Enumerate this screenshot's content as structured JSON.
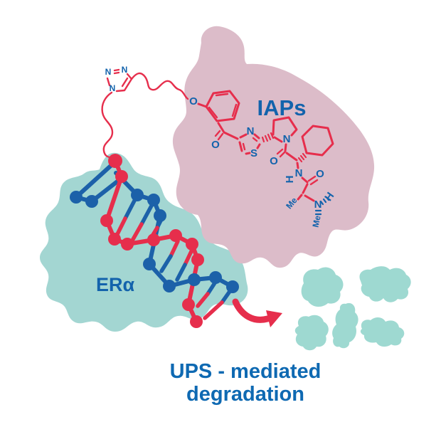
{
  "palette": {
    "background": "#ffffff",
    "red": "#e62e4c",
    "pink": "#dcbcc9",
    "teal": "#a3d6d2",
    "teal_fragment": "#9ed9d1",
    "blue": "#1363ac",
    "dna_blue": "#1c61a9",
    "caption_blue": "#0e69b2"
  },
  "labels": {
    "iaps": "IAPs",
    "era": "ERα",
    "caption_line1": "UPS - mediated",
    "caption_line2": "degradation"
  },
  "molecule": {
    "triazole_n1": "N",
    "triazole_n2": "N",
    "triazole_n3": "N",
    "ether_o": "O",
    "ketone_o": "O",
    "thiazole_n": "N",
    "thiazole_s": "S",
    "pyrrolidine_n": "N",
    "amide1_o": "O",
    "amide1_n": "N",
    "amide1_h": "H",
    "amide2_o": "O",
    "alpha_me": "Me",
    "amine_n": "N",
    "amine_h": "H",
    "amine_me": "Me"
  }
}
